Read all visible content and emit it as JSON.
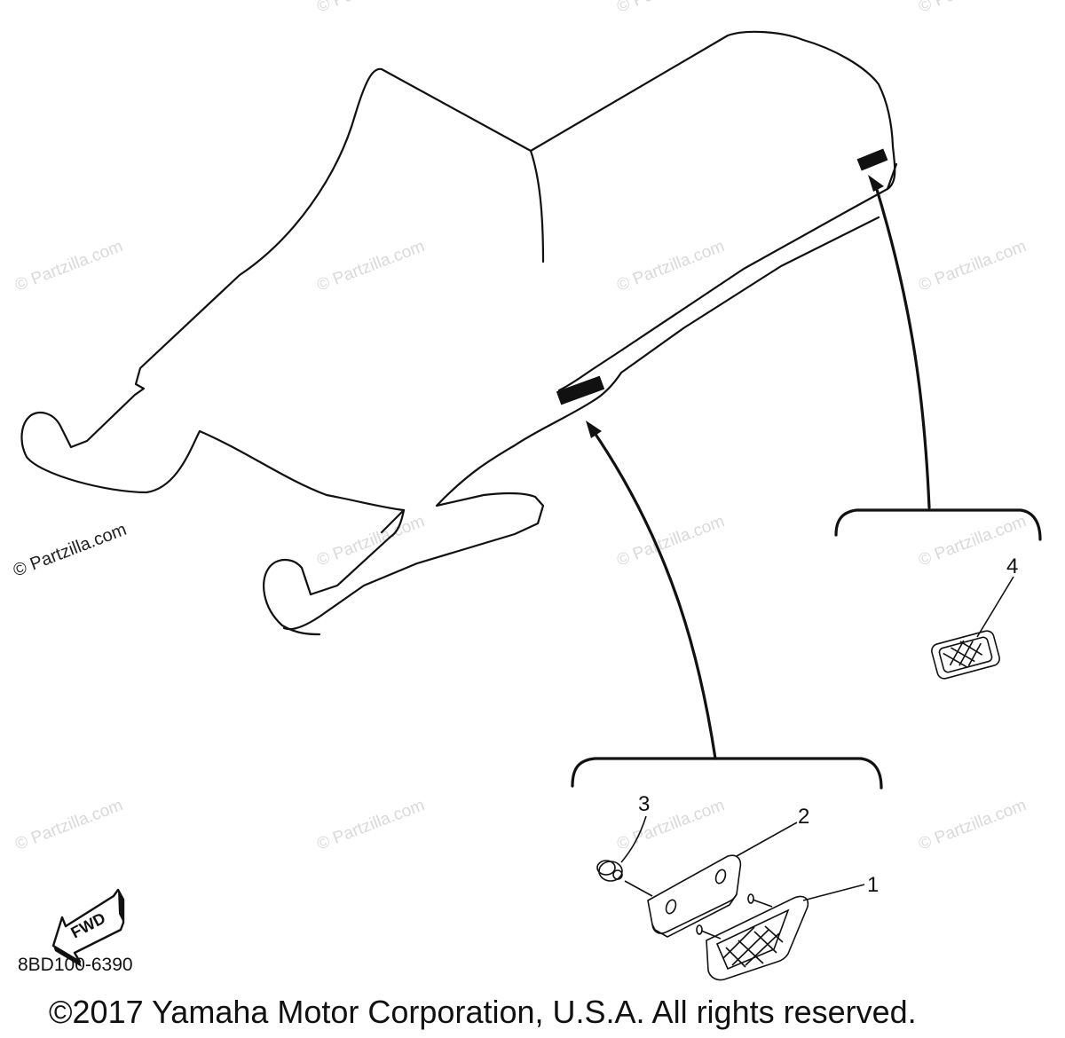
{
  "watermark_text": "© Partzilla.com",
  "callouts": {
    "c1": "1",
    "c2": "2",
    "c3": "3",
    "c4": "4"
  },
  "fwd_label": "FWD",
  "diagram_code": "8BD100-6390",
  "copyright": "©2017 Yamaha Motor Corporation, U.S.A. All rights reserved."
}
